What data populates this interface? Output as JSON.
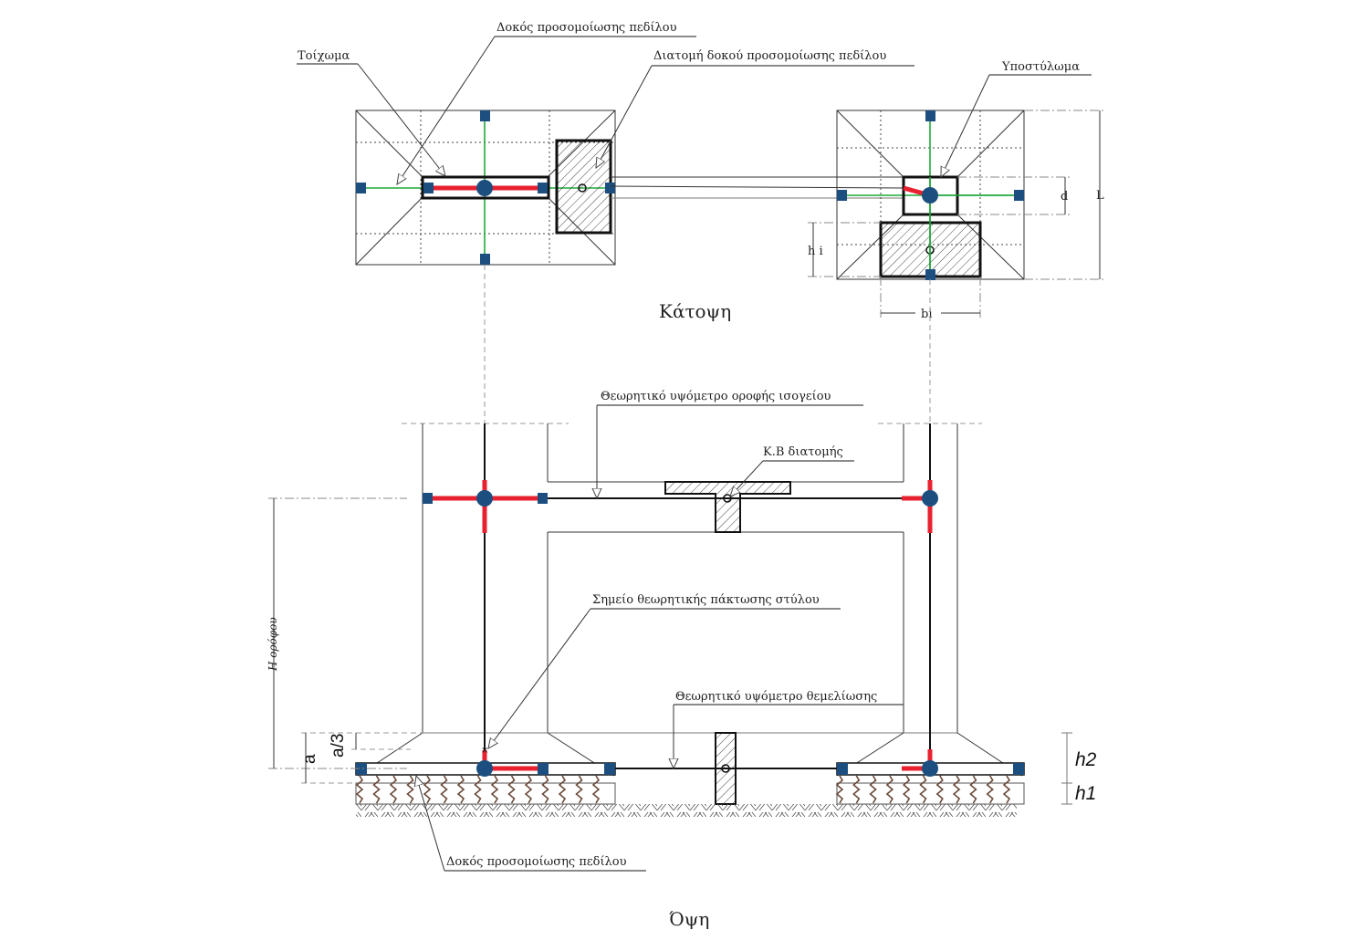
{
  "plan_view": {
    "title": "Κάτοψη",
    "labels": {
      "wall": "Τοίχωμα",
      "footing_beam": "Δοκός προσομοίωσης πεδίλου",
      "footing_beam_section": "Διατομή δοκού προσομοίωσης πεδίλου",
      "column": "Υποστύλωμα"
    },
    "dimensions": {
      "d": "d",
      "L": "L",
      "h_i": "h i",
      "b_i": "bi"
    }
  },
  "elevation_view": {
    "title": "Όψη",
    "labels": {
      "ground_floor_roof_level": "Θεωρητικό υψόμετρο οροφής ισογείου",
      "section_centroid": "Κ.Β διατομής",
      "column_fixity_point": "Σημείο θεωρητικής πάκτωσης στύλου",
      "foundation_level": "Θεωρητικό υψόμετρο θεμελίωσης",
      "footing_beam": "Δοκός προσομοίωσης πεδίλου"
    },
    "dimensions": {
      "storey_height": "H ορόφου",
      "a": "a",
      "a_third": "a/3",
      "h2": "h2",
      "h1": "h1"
    }
  },
  "colors": {
    "node": "#1c4f80",
    "rigid_link": "#e8202f",
    "axis": "#1faa3a",
    "spring": "#6b4a3a"
  }
}
